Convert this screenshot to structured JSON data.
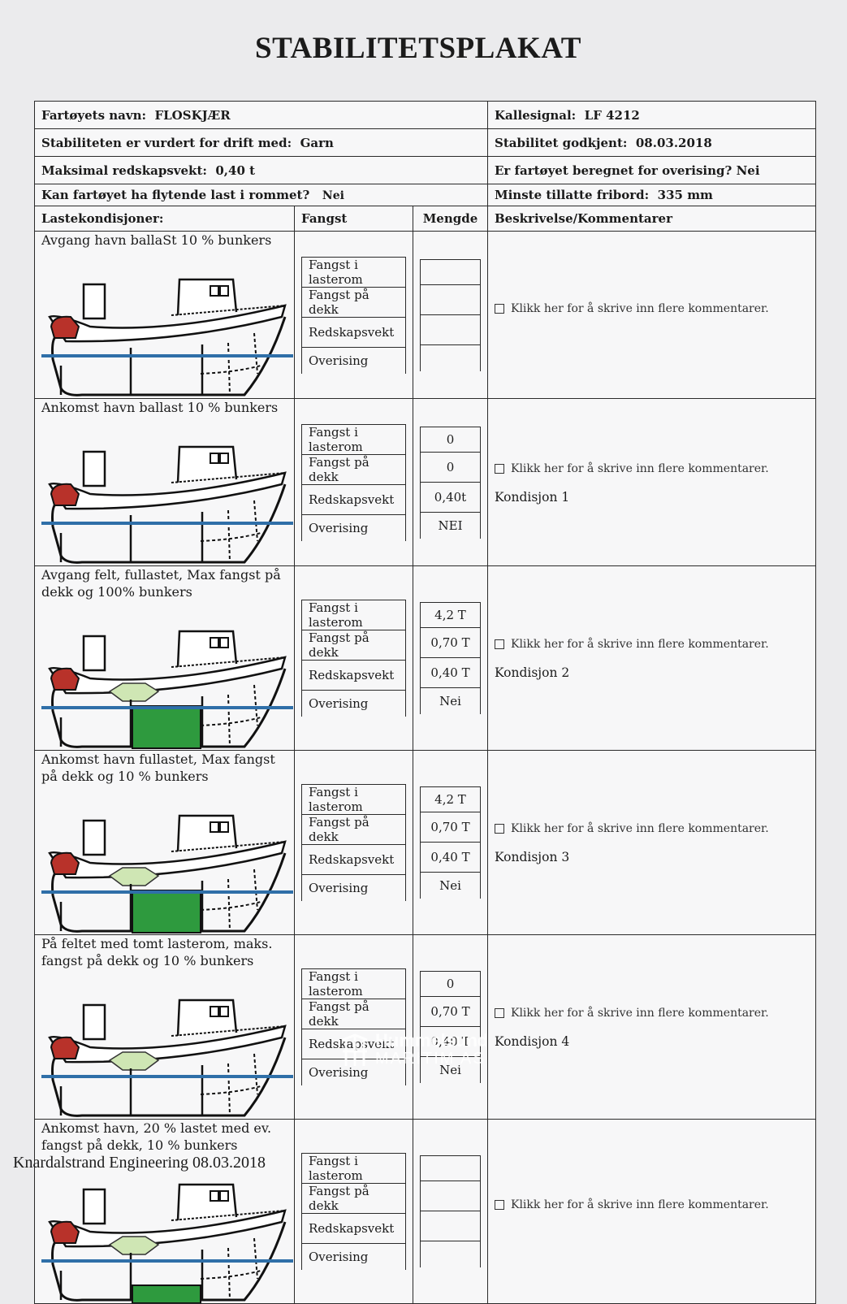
{
  "title": "STABILITETSPLAKAT",
  "header": {
    "vessel_name_label": "Fartøyets navn:",
    "vessel_name": "FLOSKJÆR",
    "callsign_label": "Kallesignal:",
    "callsign": "LF 4212",
    "operation_label": "Stabiliteten er vurdert for drift med:",
    "operation": "Garn",
    "approved_label": "Stabilitet godkjent:",
    "approved": "08.03.2018",
    "max_gear_label": "Maksimal redskapsvekt:",
    "max_gear": "0,40 t",
    "icing_label": "Er fartøyet beregnet for overising?",
    "icing": "Nei",
    "liquid_cargo_label": "Kan fartøyet ha flytende last i rommet?",
    "liquid_cargo": "Nei",
    "freeboard_label": "Minste tillatte fribord:",
    "freeboard": "335 mm"
  },
  "columns": {
    "condition": "Lastekondisjoner:",
    "catch": "Fangst",
    "amount": "Mengde",
    "comment": "Beskrivelse/Kommentarer"
  },
  "comment_placeholder": "Klikk her for å skrive inn flere kommentarer.",
  "conditions": [
    {
      "label": "Avgang havn ballaSt 10 % bunkers",
      "hold_fill": "none",
      "deck_catch": false,
      "rows": [
        {
          "name": "Fangst i lasterom",
          "value": ""
        },
        {
          "name": "Fangst på dekk",
          "value": ""
        },
        {
          "name": "Redskapsvekt",
          "value": ""
        },
        {
          "name": "Overising",
          "value": ""
        }
      ],
      "comment": ""
    },
    {
      "label": "Ankomst havn ballast 10 % bunkers",
      "hold_fill": "none",
      "deck_catch": false,
      "rows": [
        {
          "name": "Fangst i lasterom",
          "value": "0"
        },
        {
          "name": "Fangst på dekk",
          "value": "0"
        },
        {
          "name": "Redskapsvekt",
          "value": "0,40t"
        },
        {
          "name": "Overising",
          "value": "NEI"
        }
      ],
      "comment": "Kondisjon 1"
    },
    {
      "label": "Avgang felt, fullastet, Max fangst på dekk og 100% bunkers",
      "hold_fill": "full",
      "deck_catch": true,
      "rows": [
        {
          "name": "Fangst i lasterom",
          "value": "4,2 T"
        },
        {
          "name": "Fangst på dekk",
          "value": "0,70 T"
        },
        {
          "name": "Redskapsvekt",
          "value": "0,40 T"
        },
        {
          "name": "Overising",
          "value": "Nei"
        }
      ],
      "comment": "Kondisjon 2"
    },
    {
      "label": "Ankomst havn fullastet, Max fangst på dekk og 10 % bunkers",
      "hold_fill": "full",
      "deck_catch": true,
      "rows": [
        {
          "name": "Fangst i lasterom",
          "value": "4,2 T"
        },
        {
          "name": "Fangst på dekk",
          "value": "0,70 T"
        },
        {
          "name": "Redskapsvekt",
          "value": "0,40 T"
        },
        {
          "name": "Overising",
          "value": "Nei"
        }
      ],
      "comment": "Kondisjon 3"
    },
    {
      "label": "På feltet med tomt lasterom, maks. fangst på dekk og 10 % bunkers",
      "hold_fill": "none",
      "deck_catch": true,
      "rows": [
        {
          "name": "Fangst i lasterom",
          "value": "0"
        },
        {
          "name": "Fangst på dekk",
          "value": "0,70 T"
        },
        {
          "name": "Redskapsvekt",
          "value": "0,40 T"
        },
        {
          "name": "Overising",
          "value": "Nei"
        }
      ],
      "comment": "Kondisjon 4"
    },
    {
      "label": "Ankomst havn, 20 % lastet med ev. fangst på dekk, 10 % bunkers",
      "hold_fill": "partial",
      "deck_catch": true,
      "rows": [
        {
          "name": "Fangst i lasterom",
          "value": ""
        },
        {
          "name": "Fangst på dekk",
          "value": ""
        },
        {
          "name": "Redskapsvekt",
          "value": ""
        },
        {
          "name": "Overising",
          "value": ""
        }
      ],
      "comment": ""
    }
  ],
  "footer": "Knardalstrand Engineering 08.03.2018",
  "watermark": {
    "line1": "Hummelsund",
    "line2": "MARITIM AS"
  },
  "colors": {
    "waterline": "#2f6fa8",
    "hold_catch": "#2e9a3e",
    "deck_catch": "#cfe6b4",
    "bow": "#b8322a"
  }
}
